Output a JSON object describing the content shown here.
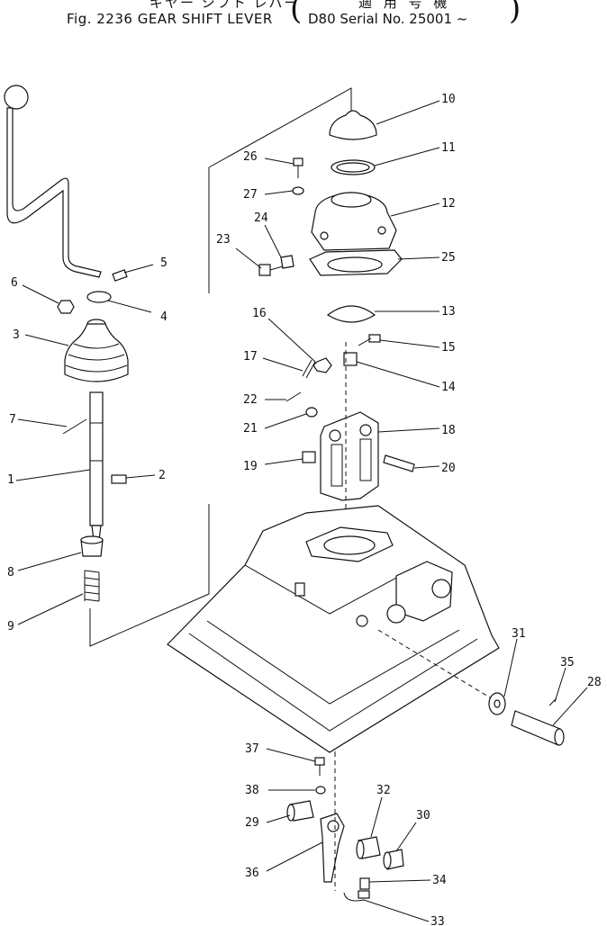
{
  "header": {
    "jp_name": "ギヤー シフト レバー",
    "fig_title": "Fig. 2236 GEAR SHIFT LEVER",
    "jp_applicable": "適 用 号 機",
    "serial": "D80 Serial  No. 25001 ~"
  },
  "callouts": [
    {
      "id": "1",
      "text": "1"
    },
    {
      "id": "2",
      "text": "2"
    },
    {
      "id": "3",
      "text": "3"
    },
    {
      "id": "4",
      "text": "4"
    },
    {
      "id": "5",
      "text": "5"
    },
    {
      "id": "6",
      "text": "6"
    },
    {
      "id": "7",
      "text": "7"
    },
    {
      "id": "8",
      "text": "8"
    },
    {
      "id": "9",
      "text": "9"
    },
    {
      "id": "10",
      "text": "10"
    },
    {
      "id": "11",
      "text": "11"
    },
    {
      "id": "12",
      "text": "12"
    },
    {
      "id": "13",
      "text": "13"
    },
    {
      "id": "14",
      "text": "14"
    },
    {
      "id": "15",
      "text": "15"
    },
    {
      "id": "16",
      "text": "16"
    },
    {
      "id": "17",
      "text": "17"
    },
    {
      "id": "18",
      "text": "18"
    },
    {
      "id": "19",
      "text": "19"
    },
    {
      "id": "20",
      "text": "20"
    },
    {
      "id": "21",
      "text": "21"
    },
    {
      "id": "22",
      "text": "22"
    },
    {
      "id": "23",
      "text": "23"
    },
    {
      "id": "24",
      "text": "24"
    },
    {
      "id": "25",
      "text": "25"
    },
    {
      "id": "26",
      "text": "26"
    },
    {
      "id": "27",
      "text": "27"
    },
    {
      "id": "28",
      "text": "28"
    },
    {
      "id": "29",
      "text": "29"
    },
    {
      "id": "30",
      "text": "30"
    },
    {
      "id": "31",
      "text": "31"
    },
    {
      "id": "32",
      "text": "32"
    },
    {
      "id": "33",
      "text": "33"
    },
    {
      "id": "34",
      "text": "34"
    },
    {
      "id": "35",
      "text": "35"
    },
    {
      "id": "36",
      "text": "36"
    },
    {
      "id": "37",
      "text": "37"
    },
    {
      "id": "38",
      "text": "38"
    }
  ]
}
